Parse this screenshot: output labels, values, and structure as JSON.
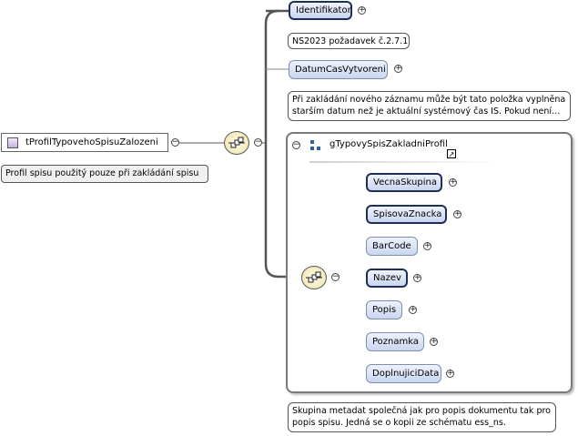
{
  "root": {
    "label": "tProfilTypovehoSpisuZalozeni",
    "doc": "Profil spisu použitý pouze při zakládání spisu"
  },
  "elements": {
    "identifikator": {
      "label": "Identifikator",
      "doc": "NS2023 požadavek č.2.7.1"
    },
    "datum": {
      "label": "DatumCasVytvoreni",
      "doc_line1": "Při zakládání nového záznamu může být tato položka vyplněna",
      "doc_line2": "starším datum než je aktuální systémový čas IS. Pokud není…"
    }
  },
  "group": {
    "label": "gTypovySpisZakladniProfil",
    "doc_line1": "Skupina metadat společná jak pro popis dokumentu tak pro",
    "doc_line2": "popis spisu. Jedná se o kopii ze schématu ess_ns.",
    "items": [
      {
        "label": "VecnaSkupina",
        "required": true
      },
      {
        "label": "SpisovaZnacka",
        "required": true
      },
      {
        "label": "BarCode",
        "required": false
      },
      {
        "label": "Nazev",
        "required": true
      },
      {
        "label": "Popis",
        "required": false
      },
      {
        "label": "Poznamka",
        "required": false
      },
      {
        "label": "DoplnujiciData",
        "required": false
      }
    ]
  },
  "symbols": {
    "collapse": "−",
    "expand": "+",
    "link_icon": "↗"
  },
  "colors": {
    "node_border": "#1f2f55",
    "node_fill_top": "#eef2fb",
    "node_fill_bottom": "#c9d6ef",
    "connector": "#555555",
    "group_border": "#7a7a7a",
    "group_icon": "#2f5fa8"
  }
}
